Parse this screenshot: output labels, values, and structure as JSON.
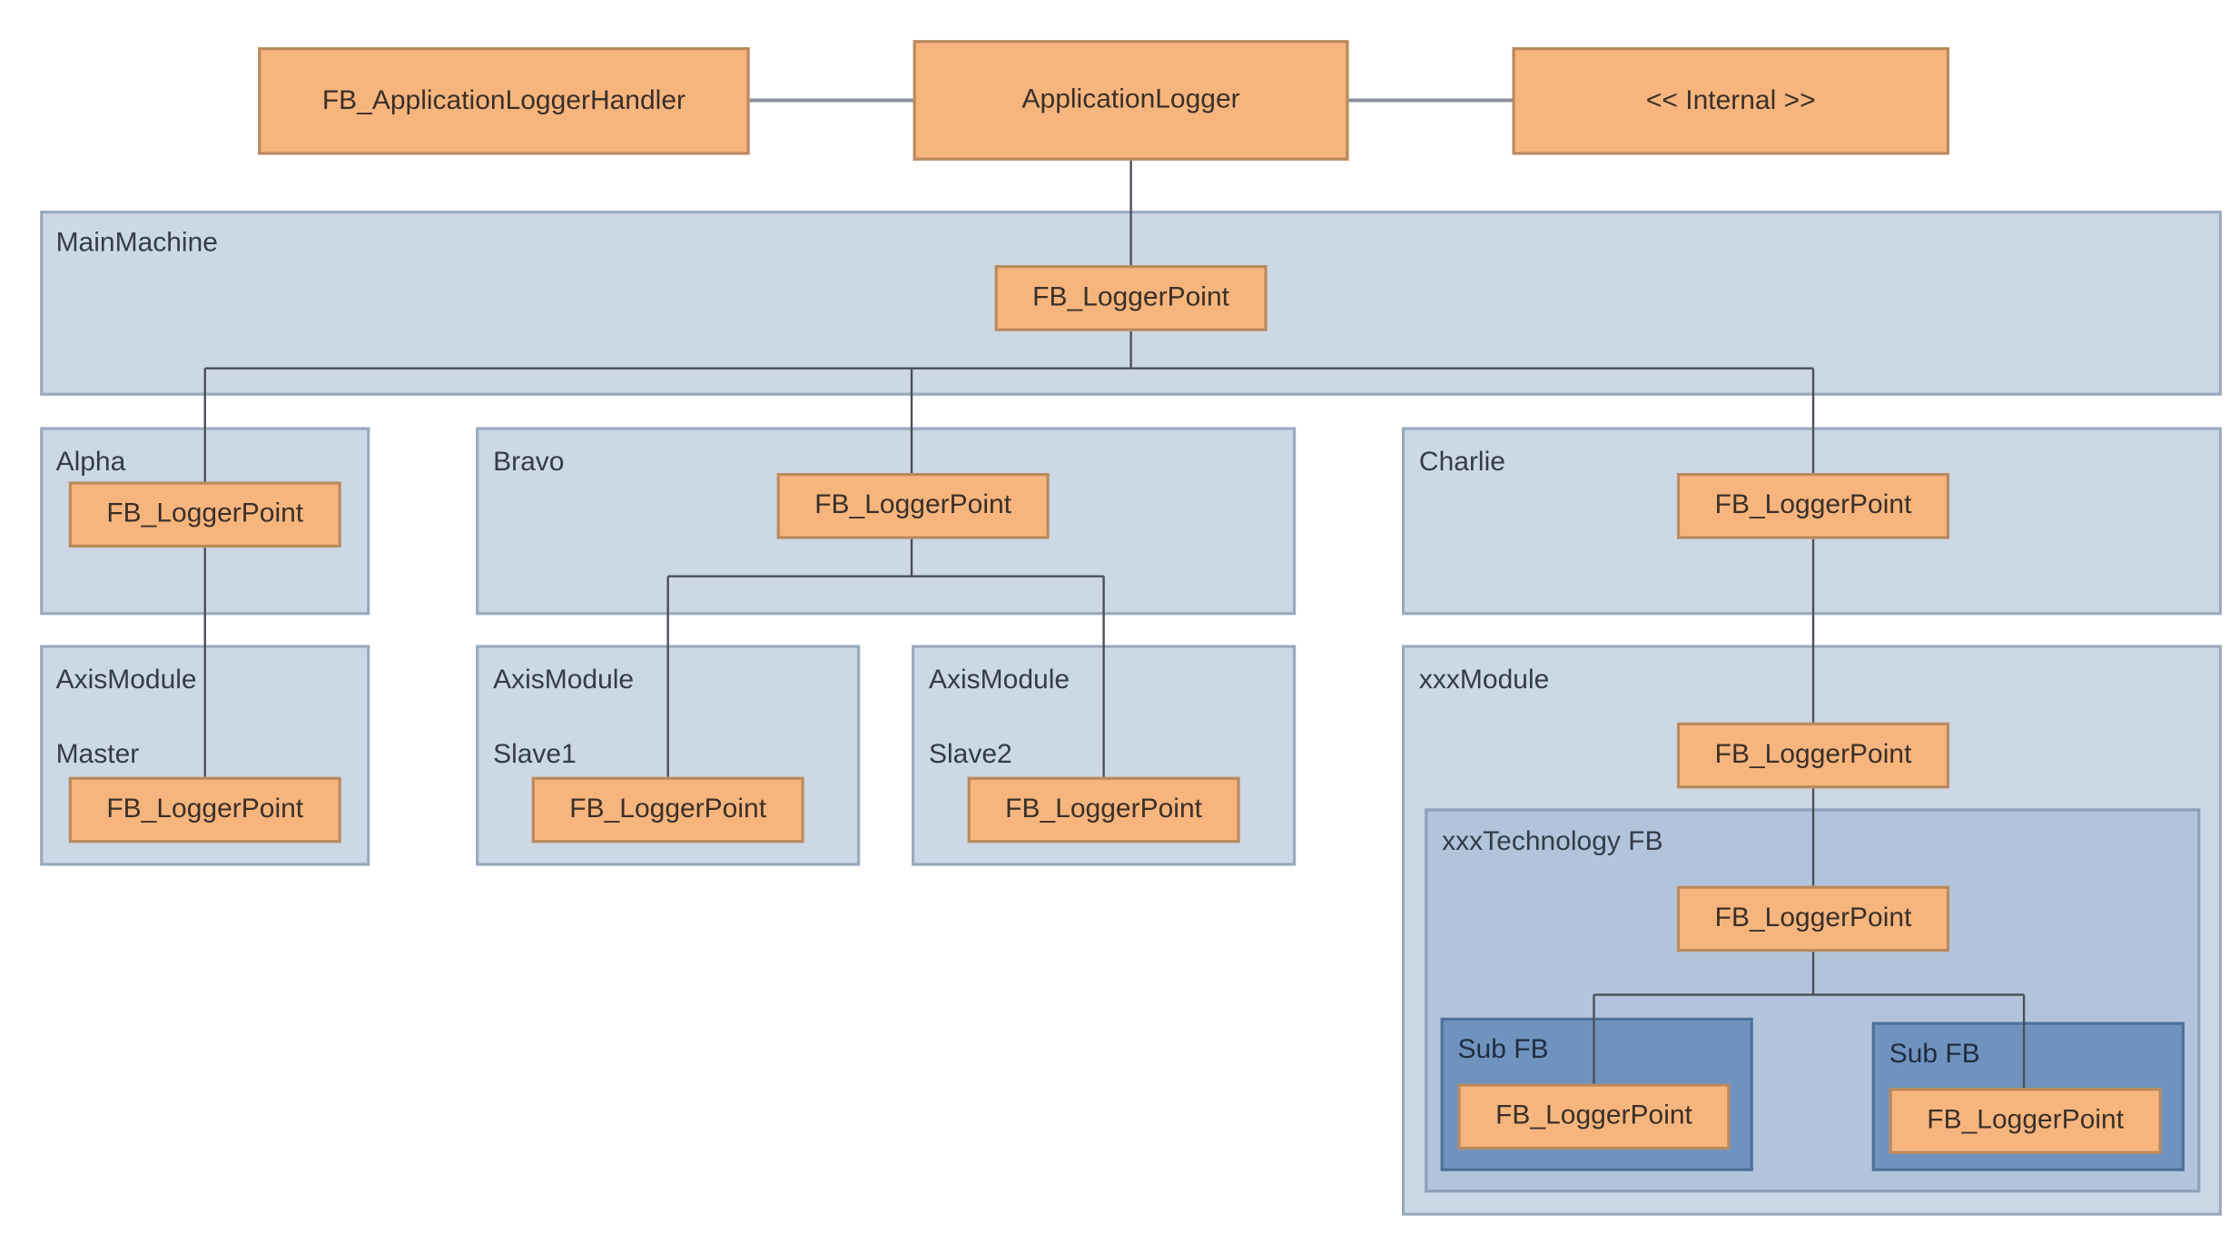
{
  "top": {
    "handler": "FB_ApplicationLoggerHandler",
    "logger": "ApplicationLogger",
    "internal": "<< Internal >>"
  },
  "main_machine": {
    "label": "MainMachine",
    "logger_point": "FB_LoggerPoint"
  },
  "alpha": {
    "label": "Alpha",
    "logger_point": "FB_LoggerPoint"
  },
  "bravo": {
    "label": "Bravo",
    "logger_point": "FB_LoggerPoint"
  },
  "charlie": {
    "label": "Charlie",
    "logger_point": "FB_LoggerPoint"
  },
  "axis_master": {
    "label": "AxisModule",
    "sublabel": "Master",
    "logger_point": "FB_LoggerPoint"
  },
  "axis_slave1": {
    "label": "AxisModule",
    "sublabel": "Slave1",
    "logger_point": "FB_LoggerPoint"
  },
  "axis_slave2": {
    "label": "AxisModule",
    "sublabel": "Slave2",
    "logger_point": "FB_LoggerPoint"
  },
  "xxx_module": {
    "label": "xxxModule",
    "logger_point": "FB_LoggerPoint"
  },
  "xxx_technology": {
    "label": "xxxTechnology FB",
    "logger_point": "FB_LoggerPoint"
  },
  "sub_fb_left": {
    "label": "Sub FB",
    "logger_point": "FB_LoggerPoint"
  },
  "sub_fb_right": {
    "label": "Sub FB",
    "logger_point": "FB_LoggerPoint"
  },
  "colors": {
    "function_block_fill": "#f7b57e",
    "container_fill": "#ccd8e6",
    "technology_fill": "#b1c4db",
    "sub_fb_fill": "#6f93be",
    "connector": "#4a4f58"
  }
}
